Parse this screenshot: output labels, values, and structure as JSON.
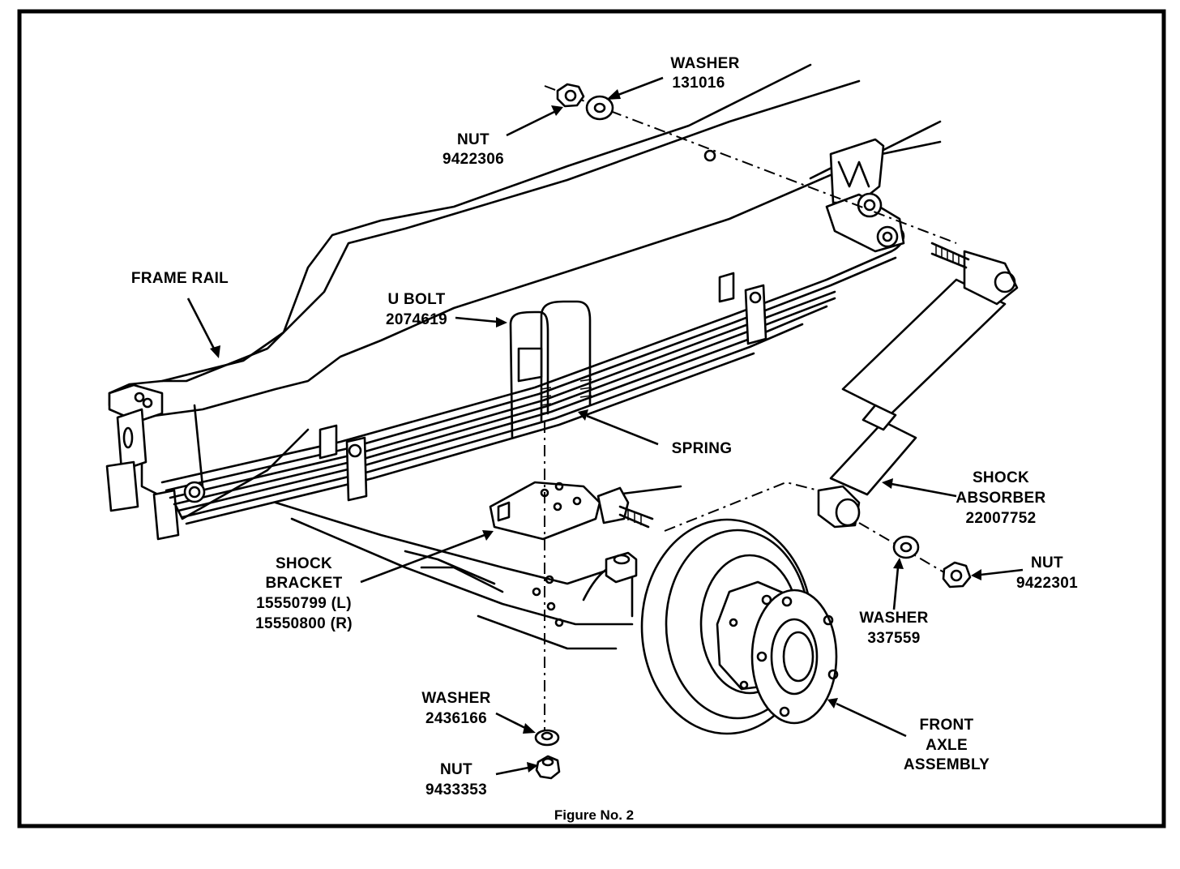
{
  "labels": {
    "washer_top": {
      "name": "WASHER",
      "part": "131016"
    },
    "nut_top": {
      "name": "NUT",
      "part": "9422306"
    },
    "frame_rail": {
      "name": "FRAME RAIL"
    },
    "u_bolt": {
      "name": "U BOLT",
      "part": "2074619"
    },
    "spring": {
      "name": "SPRING"
    },
    "shock_absorber": {
      "line1": "SHOCK",
      "line2": "ABSORBER",
      "part": "22007752"
    },
    "nut_right": {
      "name": "NUT",
      "part": "9422301"
    },
    "washer_right": {
      "name": "WASHER",
      "part": "337559"
    },
    "shock_bracket": {
      "line1": "SHOCK",
      "line2": "BRACKET",
      "part_l": "15550799 (L)",
      "part_r": "15550800 (R)"
    },
    "washer_bottom": {
      "name": "WASHER",
      "part": "2436166"
    },
    "nut_bottom": {
      "name": "NUT",
      "part": "9433353"
    },
    "front_axle": {
      "line1": "FRONT",
      "line2": "AXLE",
      "line3": "ASSEMBLY"
    }
  },
  "caption": "Figure No. 2",
  "colors": {
    "ink": "#000000",
    "paper": "#ffffff"
  }
}
